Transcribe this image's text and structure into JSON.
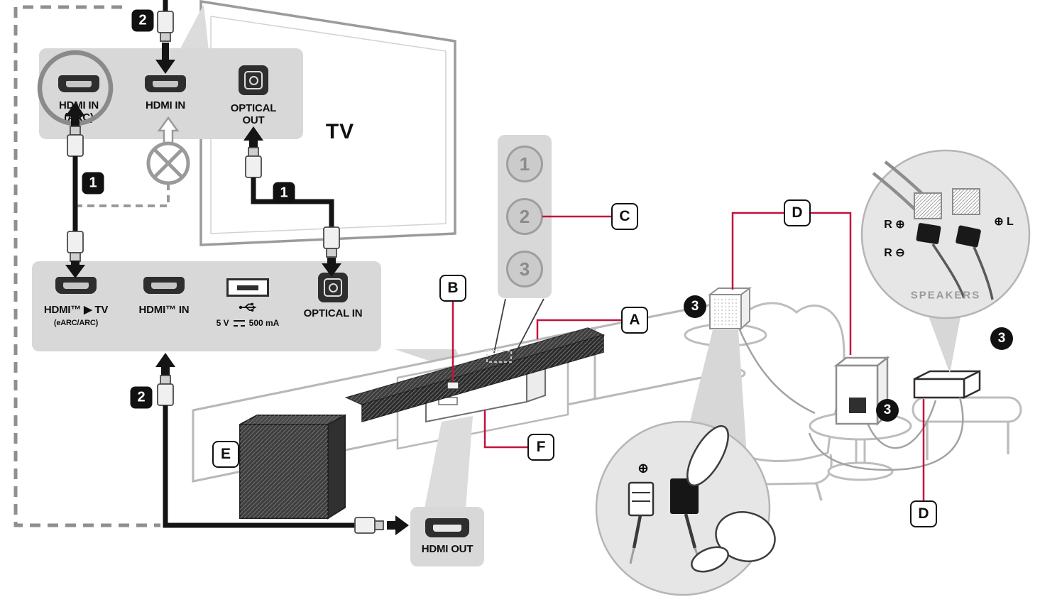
{
  "colors": {
    "accent": "#c3123c"
  },
  "tv_label": "TV",
  "tv_panel": {
    "hdmi_arc_line1": "HDMI IN",
    "hdmi_arc_line2": "(ARC)",
    "hdmi_in": "HDMI IN",
    "optical_out_line1": "OPTICAL",
    "optical_out_line2": "OUT"
  },
  "soundbar_panel": {
    "hdmi_tv": "HDMI™ ▶ TV",
    "hdmi_tv_sub": "(eARC/ARC)",
    "hdmi_in": "HDMI™ IN",
    "usb_volts": "5 V",
    "usb_current": "500 mA",
    "optical_in": "OPTICAL IN"
  },
  "hdmi_out_panel": {
    "label": "HDMI OUT"
  },
  "steps": {
    "s1": "1",
    "s2": "2",
    "s3": "3"
  },
  "callouts": {
    "a": "A",
    "b": "B",
    "c": "C",
    "d": "D",
    "e": "E",
    "f": "F"
  },
  "selector": {
    "n1": "1",
    "n2": "2",
    "n3": "3"
  },
  "rear_speakers": {
    "r_plus": "R ⊕",
    "r_minus": "R ⊖",
    "l_plus": "⊕ L",
    "plus": "⊕",
    "speakers_label": "SPEAKERS"
  }
}
